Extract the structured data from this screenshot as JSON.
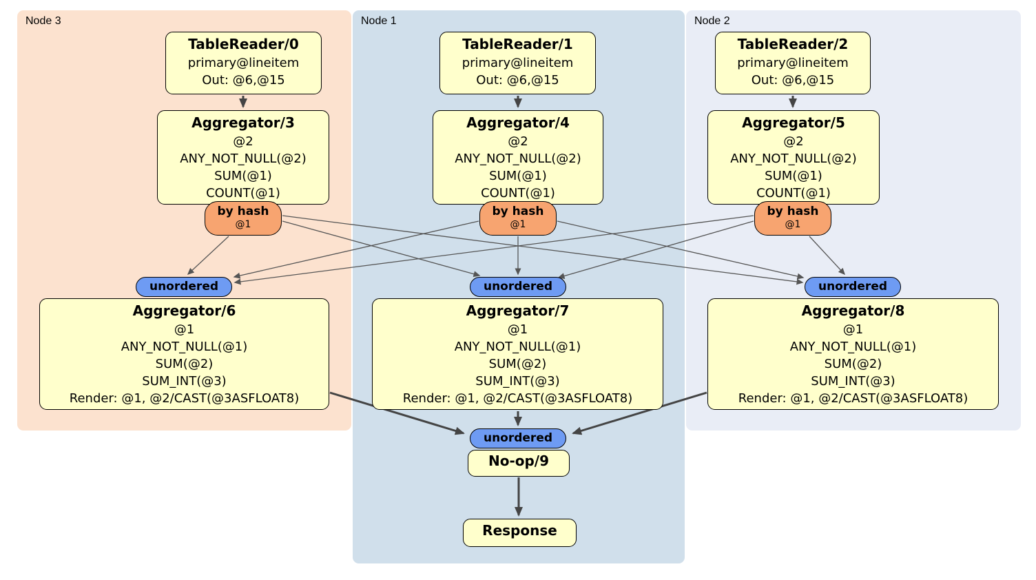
{
  "regions": [
    {
      "label": "Node 3"
    },
    {
      "label": "Node 1"
    },
    {
      "label": "Node 2"
    }
  ],
  "operators": {
    "tablereader0": {
      "title": "TableReader/0",
      "lines": [
        "primary@lineitem",
        "Out: @6,@15"
      ]
    },
    "tablereader1": {
      "title": "TableReader/1",
      "lines": [
        "primary@lineitem",
        "Out: @6,@15"
      ]
    },
    "tablereader2": {
      "title": "TableReader/2",
      "lines": [
        "primary@lineitem",
        "Out: @6,@15"
      ]
    },
    "aggregator3": {
      "title": "Aggregator/3",
      "lines": [
        "@2",
        "ANY_NOT_NULL(@2)",
        "SUM(@1)",
        "COUNT(@1)"
      ]
    },
    "aggregator4": {
      "title": "Aggregator/4",
      "lines": [
        "@2",
        "ANY_NOT_NULL(@2)",
        "SUM(@1)",
        "COUNT(@1)"
      ]
    },
    "aggregator5": {
      "title": "Aggregator/5",
      "lines": [
        "@2",
        "ANY_NOT_NULL(@2)",
        "SUM(@1)",
        "COUNT(@1)"
      ]
    },
    "aggregator6": {
      "title": "Aggregator/6",
      "lines": [
        "@1",
        "ANY_NOT_NULL(@1)",
        "SUM(@2)",
        "SUM_INT(@3)",
        "Render: @1, @2/CAST(@3ASFLOAT8)"
      ]
    },
    "aggregator7": {
      "title": "Aggregator/7",
      "lines": [
        "@1",
        "ANY_NOT_NULL(@1)",
        "SUM(@2)",
        "SUM_INT(@3)",
        "Render: @1, @2/CAST(@3ASFLOAT8)"
      ]
    },
    "aggregator8": {
      "title": "Aggregator/8",
      "lines": [
        "@1",
        "ANY_NOT_NULL(@1)",
        "SUM(@2)",
        "SUM_INT(@3)",
        "Render: @1, @2/CAST(@3ASFLOAT8)"
      ]
    },
    "noop9": {
      "title": "No-op/9"
    },
    "response": {
      "title": "Response"
    }
  },
  "routers": [
    {
      "label": "by hash",
      "column": "@1"
    },
    {
      "label": "by hash",
      "column": "@1"
    },
    {
      "label": "by hash",
      "column": "@1"
    }
  ],
  "streams": [
    {
      "label": "unordered"
    },
    {
      "label": "unordered"
    },
    {
      "label": "unordered"
    },
    {
      "label": "unordered"
    }
  ],
  "colors": {
    "node3_bg": "#fce2cf",
    "node1_bg": "#d0dfeb",
    "node2_bg": "#e9edf6",
    "operator_bg": "#ffffcc",
    "router_bg": "#f7a470",
    "stream_bg": "#6e9bf3",
    "edge_thick": "#444444",
    "edge_thin": "#555555"
  }
}
